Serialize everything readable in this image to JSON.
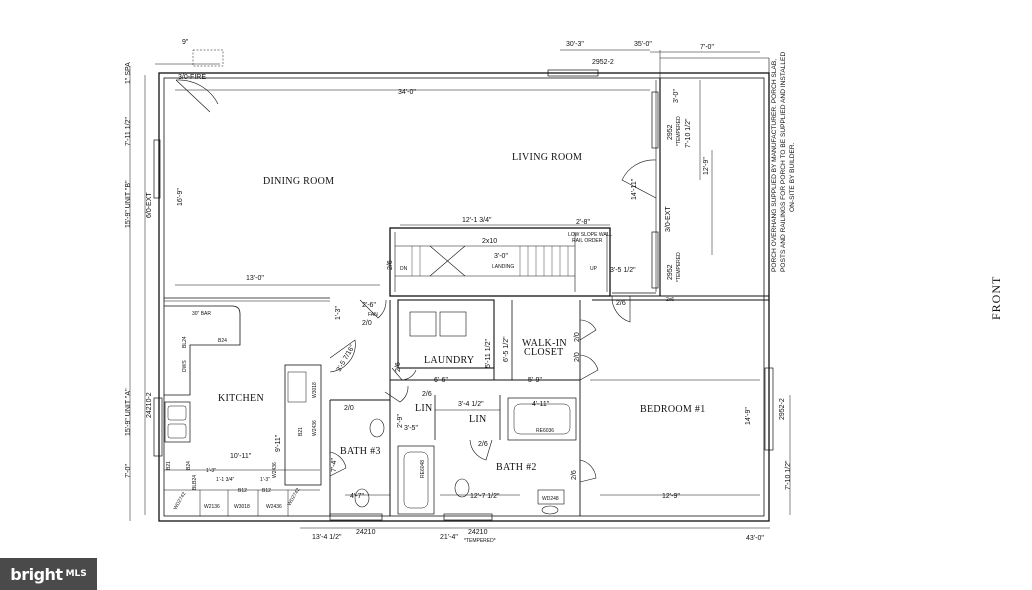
{
  "rooms": {
    "dining_room": "DINING ROOM",
    "living_room": "LIVING ROOM",
    "kitchen": "KITCHEN",
    "laundry": "LAUNDRY",
    "walk_in_closet_1": "WALK-IN",
    "walk_in_closet_2": "CLOSET",
    "bedroom_1": "BEDROOM #1",
    "bath_2": "BATH #2",
    "bath_3": "BATH #3",
    "lin_1": "LIN",
    "lin_2": "LIN",
    "landing": "LANDING"
  },
  "front_label": "FRONT",
  "logo": {
    "brand": "bright",
    "suffix": "MLS"
  },
  "porch_note": [
    "PORCH OVERHANG SUPPLIED BY MANUFACTURER.  PORCH SLAB,",
    "POSTS AND RAILINGS FOR PORCH TO BE SUPPLIED AND INSTALLED",
    "ON-SITE BY BUILDER."
  ],
  "dims_top": {
    "d9": "9\"",
    "d30_3": "30'-3\"",
    "d35_0": "35'-0\"",
    "d7_0": "7'-0\"",
    "win2952": "2952-2",
    "door3fire": "3/0-FIRE",
    "d34_0": "34'-0\""
  },
  "dims_left": {
    "spa": "1\" SPA",
    "d7_11": "7'-11 1/2\"",
    "unitb": "15'-9\" UNIT \"B\"",
    "ext": "6/0-EXT",
    "d16_9": "16'-9\"",
    "unita": "15'-9\" UNIT \"A\"",
    "w24210_2": "24210-2",
    "d7_0b": "7'-0\""
  },
  "dims_right": {
    "w2952a": "2952",
    "tempa": "*TEMPERED",
    "d3_0": "3'-0\"",
    "d7_10": "7'-10 1/2\"",
    "d12_9": "12'-9\"",
    "d14_11": "14'-11\"",
    "ext3": "3/0-EXT",
    "w2952b": "2952",
    "tempb": "*TEMPERED",
    "d3_5": "3'-5 1/2\"",
    "w2952_2": "2952-2",
    "d14_9": "14'-9\"",
    "d7_10b": "7'-10 1/2\""
  },
  "dims_mid": {
    "d12_1": "12'-1 3/4\"",
    "d2_8": "2'-8\"",
    "lowslope": "LOW SLOPE WALL",
    "rail": "RAIL ORDER",
    "twox10": "2x10",
    "d3_0": "3'-0\"",
    "up": "UP",
    "d2_6a": "2/6",
    "dn": "DN",
    "d13_0": "13'-0\"",
    "d2_6b": "2/6",
    "twox6": "2x6",
    "d1_3": "1'-3\"",
    "d2_6c": "2'-6\"",
    "fan": "FAN",
    "d2_0a": "2/0",
    "d3_5_7": "3'-5 7/16\"",
    "d2_6d": "2/6",
    "d5_11": "5'-11 1/2\"",
    "d6_5": "6'-5 1/2\"",
    "d2_0b": "2/0",
    "d2_0c": "2/0",
    "d6_6": "6'-6\"",
    "d5_9": "5'-9\"",
    "d2_6e": "2/6",
    "d3_4": "3'-4 1/2\"",
    "d4_11": "4'-11\"",
    "re6036": "RE6036",
    "d2_0d": "2/0",
    "d2_9": "2'-9\"",
    "d3_5b": "3'-5\"",
    "d2_6f": "2/6",
    "d2_6g": "2/6",
    "d30bar": "30\" BAR",
    "b24": "B24",
    "bl24": "BL24",
    "dws": "DWS",
    "d9_11": "9'-11\"",
    "w3018": "W3018",
    "b21": "B21",
    "w2436": "W2436",
    "d10_11": "10'-11\"",
    "d7_4": "7'-4\"",
    "d4_7": "4'-7\"",
    "d12_7": "12'-7 1/2\"",
    "d12_9b": "12'-9\"",
    "w2136": "W2136",
    "w3018b": "W3018",
    "w2436b": "W2436",
    "b12a": "B12",
    "b12b": "B12",
    "w2436c": "W2436",
    "d1_3b": "1'-3\"",
    "d1_1": "1'-1 3/4\"",
    "d1_3c": "1'-3\"",
    "re6048": "RE6048",
    "wd248": "WD248",
    "b21b": "B21",
    "b24b": "B24",
    "blb24": "BLB24",
    "wd2742": "WD2742",
    "wd2742b": "WD2742"
  },
  "dims_bottom": {
    "d13_4": "13'-4 1/2\"",
    "w24210a": "24210",
    "d21_4": "21'-4\"",
    "w24210b": "24210",
    "tempc": "*TEMPERED*",
    "d43_0": "43'-0\""
  }
}
